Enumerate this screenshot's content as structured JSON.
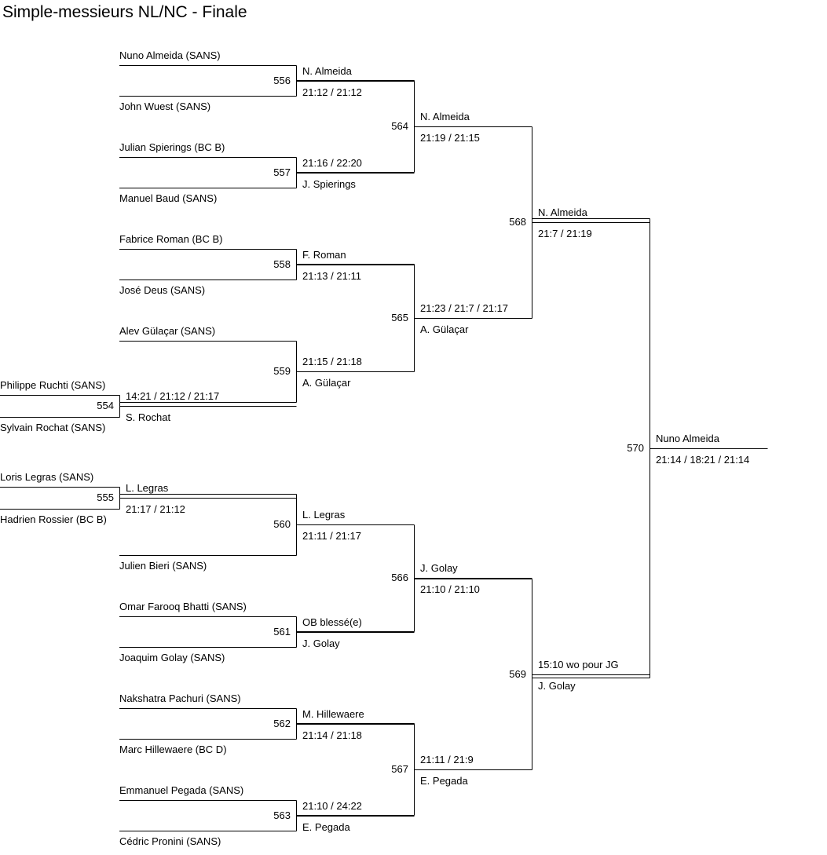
{
  "title": "Simple-messieurs NL/NC - Finale",
  "matches": [
    {
      "num": "554",
      "top": "Philippe Ruchti (SANS)",
      "bottom": "Sylvain Rochat (SANS)",
      "winner": "S. Rochat",
      "score": "14:21 / 21:12 / 21:17"
    },
    {
      "num": "555",
      "top": "Loris Legras (SANS)",
      "bottom": "Hadrien Rossier (BC B)",
      "winner": "L. Legras",
      "score": "21:17 / 21:12"
    },
    {
      "num": "556",
      "top": "Nuno Almeida (SANS)",
      "bottom": "John Wuest (SANS)",
      "winner": "N. Almeida",
      "score": "21:12 / 21:12"
    },
    {
      "num": "557",
      "top": "Julian Spierings (BC B)",
      "bottom": "Manuel Baud (SANS)",
      "winner": "J. Spierings",
      "score": "21:16 / 22:20"
    },
    {
      "num": "558",
      "top": "Fabrice Roman (BC B)",
      "bottom": "José Deus (SANS)",
      "winner": "F. Roman",
      "score": "21:13 / 21:11"
    },
    {
      "num": "559",
      "top": "Alev Gülaçar (SANS)",
      "winner": "A. Gülaçar",
      "score": "21:15 / 21:18"
    },
    {
      "num": "560",
      "bottom": "Julien Bieri (SANS)",
      "winner": "L. Legras",
      "score": "21:11 / 21:17"
    },
    {
      "num": "561",
      "top": "Omar Farooq Bhatti (SANS)",
      "bottom": "Joaquim Golay (SANS)",
      "winner": "J. Golay",
      "score": "OB blessé(e)"
    },
    {
      "num": "562",
      "top": "Nakshatra Pachuri (SANS)",
      "bottom": "Marc Hillewaere (BC D)",
      "winner": "M. Hillewaere",
      "score": "21:14 / 21:18"
    },
    {
      "num": "563",
      "top": "Emmanuel Pegada (SANS)",
      "bottom": "Cédric Pronini (SANS)",
      "winner": "E. Pegada",
      "score": "21:10 / 24:22"
    },
    {
      "num": "564",
      "winner": "N. Almeida",
      "score": "21:19 / 21:15"
    },
    {
      "num": "565",
      "winner": "A. Gülaçar",
      "score": "21:23 / 21:7 / 21:17"
    },
    {
      "num": "566",
      "winner": "J. Golay",
      "score": "21:10 / 21:10"
    },
    {
      "num": "567",
      "winner": "E. Pegada",
      "score": "21:11 / 21:9"
    },
    {
      "num": "568",
      "winner": "N. Almeida",
      "score": "21:7 / 21:19"
    },
    {
      "num": "569",
      "winner": "J. Golay",
      "score": "15:10 wo pour JG"
    },
    {
      "num": "570",
      "winner": "Nuno Almeida",
      "score": "21:14 / 18:21 / 21:14"
    }
  ]
}
